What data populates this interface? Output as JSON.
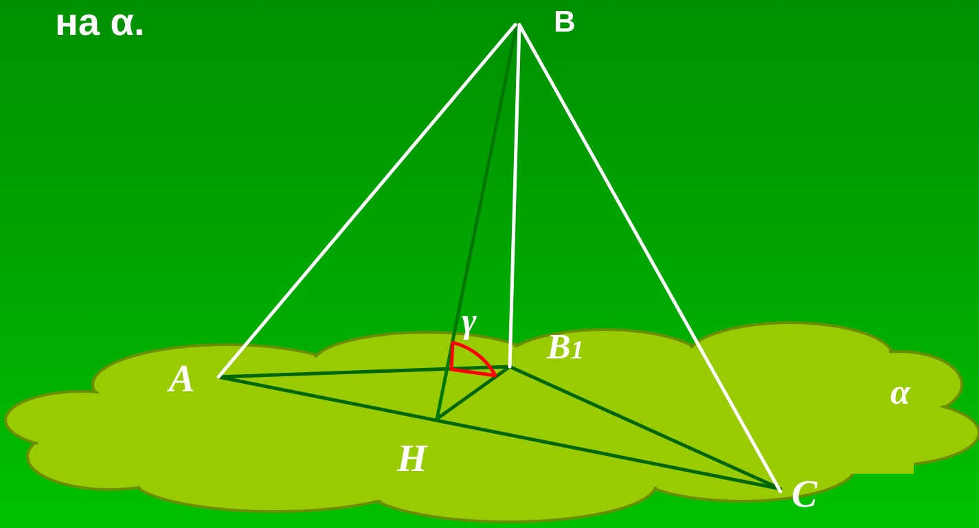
{
  "slide": {
    "title": "на α."
  },
  "points": {
    "B": "B",
    "A": "A",
    "B1_base": "B",
    "B1_sub": "1",
    "H": "H",
    "C": "C"
  },
  "angle": {
    "label": "γ"
  },
  "plane": {
    "label": "α"
  },
  "colors": {
    "background_top": "#009000",
    "background_bottom": "#00c000",
    "plane_fill": "#99cc00",
    "plane_outline": "#6b8e00",
    "white_edges": "#ffffff",
    "dark_edges": "#006600",
    "angle_marker": "#ff0000"
  }
}
